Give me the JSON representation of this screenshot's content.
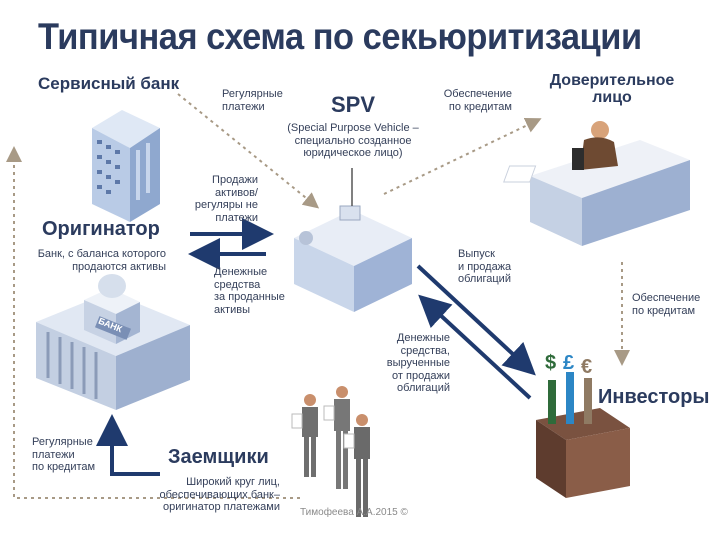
{
  "title": "Типичная схема по секьюритизации",
  "nodes": {
    "servicer": "Сервисный банк",
    "spv": "SPV",
    "spv_desc": [
      "(Special Purpose Vehicle –",
      "специально созданное",
      "юридическое лицо)"
    ],
    "trustee": [
      "Доверительное",
      "лицо"
    ],
    "originator": "Оригинатор",
    "originator_desc": [
      "Банк, с баланса которого",
      "продаются активы"
    ],
    "bank_sign": "БАНК",
    "borrowers": "Заемщики",
    "borrowers_desc": [
      "Широкий круг лиц,",
      "обеспечивающих банк–",
      "оригинатор платежами"
    ],
    "investors": "Инвесторы",
    "bag_symbols": [
      "$",
      "£",
      "€"
    ]
  },
  "flows": {
    "regular_payments": [
      "Регулярные",
      "платежи"
    ],
    "collateral_top": [
      "Обеспечение",
      "по кредитам"
    ],
    "asset_sales": [
      "Продажи",
      "активов/",
      "регуляры не",
      "платежи"
    ],
    "cash_for_assets": [
      "Денежные",
      "средства",
      "за проданные",
      "активы"
    ],
    "bond_issue": [
      "Выпуск",
      "и продажа",
      "облигаций"
    ],
    "collateral_right": [
      "Обеспечение",
      "по кредитам"
    ],
    "bond_proceeds": [
      "Денежные",
      "средства,",
      "вырученные",
      "от продажи",
      "облигаций"
    ],
    "loan_payments": [
      "Регулярные",
      "платежи",
      "по кредитам"
    ]
  },
  "footer": "Тимофеева А.А.2015 ©",
  "colors": {
    "title": "#2b3b5e",
    "arrow": "#1f3a6e",
    "dotted": "#a89a86",
    "building": "#c9d6ea"
  }
}
